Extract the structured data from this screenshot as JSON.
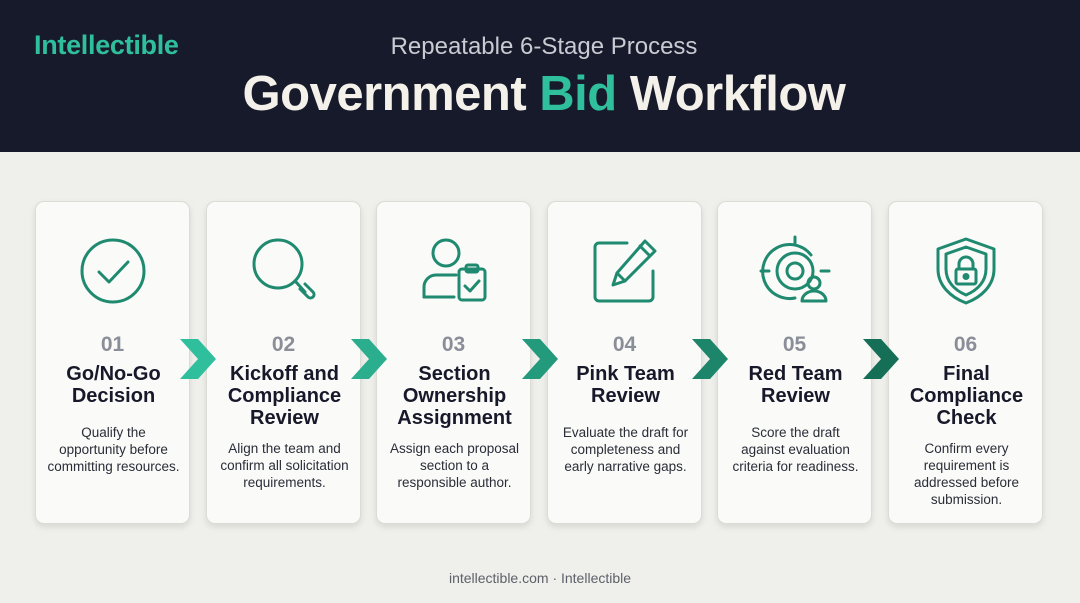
{
  "header": {
    "brand": "Intellectible",
    "subtitle": "Repeatable 6-Stage Process",
    "title_pre": "Government ",
    "title_accent": "Bid",
    "title_post": " Workflow"
  },
  "stages": [
    {
      "number": "01",
      "name": "Go/No-Go Decision",
      "description": "Qualify the opportunity before committing resources.",
      "icon": "check-circle-icon"
    },
    {
      "number": "02",
      "name": "Kickoff and Compliance Review",
      "description": "Align the team and confirm all solicitation requirements.",
      "icon": "magnifier-icon"
    },
    {
      "number": "03",
      "name": "Section Ownership Assignment",
      "description": "Assign each proposal section to a responsible author.",
      "icon": "user-clipboard-icon"
    },
    {
      "number": "04",
      "name": "Pink Team Review",
      "description": "Evaluate the draft for completeness and early narrative gaps.",
      "icon": "edit-pencil-icon"
    },
    {
      "number": "05",
      "name": "Red Team Review",
      "description": "Score the draft against evaluation criteria for readiness.",
      "icon": "target-user-icon"
    },
    {
      "number": "06",
      "name": "Final Compliance Check",
      "description": "Confirm every requirement is addressed before submission.",
      "icon": "shield-lock-icon"
    }
  ],
  "colors": {
    "accent": "#2fbf9d",
    "icon_stroke": "#1f8a6f",
    "header_bg": "#171a2b",
    "arrows": [
      "#2fbf9d",
      "#2aae8d",
      "#249a7c",
      "#1d856a",
      "#156f57"
    ]
  },
  "footer": {
    "text": "intellectible.com · Intellectible"
  }
}
